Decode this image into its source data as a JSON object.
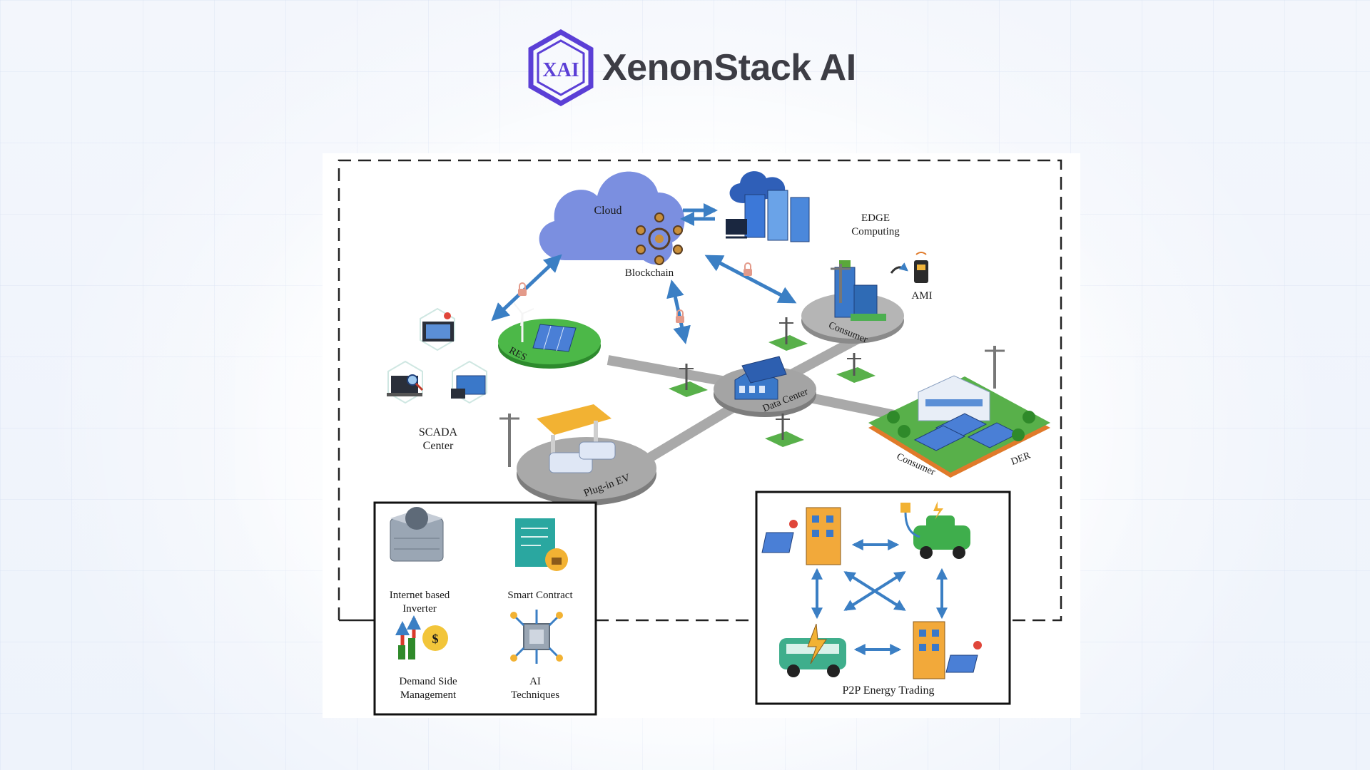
{
  "brand": {
    "name": "XenonStack AI",
    "mark": "XAI",
    "accent": "#5b3fd6"
  },
  "diagram": {
    "nodes": {
      "cloud": "Cloud",
      "blockchain": "Blockchain",
      "edge_line1": "EDGE",
      "edge_line2": "Computing",
      "ami": "AMI",
      "consumer_top": "Consumer",
      "res": "RES",
      "data_center": "Data Center",
      "scada_line1": "SCADA",
      "scada_line2": "Center",
      "plugin_ev": "Plug-in EV",
      "consumer_bottom": "Consumer",
      "der": "DER"
    },
    "tech_box": {
      "inverter_line1": "Internet based",
      "inverter_line2": "Inverter",
      "smart_contract": "Smart Contract",
      "dsm_line1": "Demand Side",
      "dsm_line2": "Management",
      "ai_line1": "AI",
      "ai_line2": "Techniques"
    },
    "p2p_box": {
      "title": "P2P Energy Trading"
    }
  },
  "colors": {
    "cloud": "#7b8fe0",
    "arrow": "#3b7fc4",
    "road": "#a9a9a9",
    "grass": "#46a33b",
    "building": "#3a78c9",
    "bus": "#3fae8c"
  }
}
